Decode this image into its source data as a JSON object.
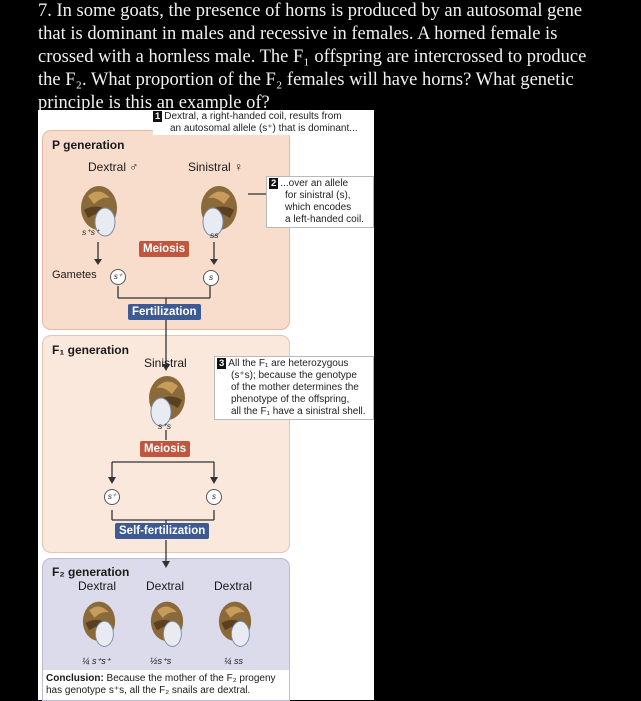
{
  "question": {
    "lines": [
      "7. In some goats, the presence of horns is produced by an autosomal gene",
      "that is dominant in males and recessive in females. A horned female is",
      "crossed with a hornless male. The F₁ offspring are intercrossed to produce",
      "the F₂. What proportion of the F₂ females will have horns? What genetic",
      "principle is this an example of?"
    ]
  },
  "figure": {
    "callout1": {
      "num": "1",
      "text1": "Dextral, a right-handed coil, results from",
      "text2": "an autosomal allele (s⁺) that is dominant..."
    },
    "callout2": {
      "num": "2",
      "text1": "...over an allele",
      "text2": "for sinistral (s),",
      "text3": "which encodes",
      "text4": "a left-handed coil."
    },
    "callout3": {
      "num": "3",
      "text1": "All the F₁ are heterozygous",
      "text2": "(s⁺s); because the genotype",
      "text3": "of the mother determines the",
      "text4": "phenotype of the offspring,",
      "text5": "all the F₁ have a sinistral shell."
    },
    "p_generation": {
      "title": "P generation",
      "left_label": "Dextral ♂",
      "right_label": "Sinistral ♀",
      "left_genotype": "s⁺s⁺",
      "right_genotype": "ss",
      "meiosis": "Meiosis",
      "gametes_label": "Gametes",
      "gamete_left": "s⁺",
      "gamete_right": "s",
      "fertilization": "Fertilization"
    },
    "f1_generation": {
      "title": "F₁ generation",
      "label": "Sinistral",
      "genotype": "s⁺s",
      "meiosis": "Meiosis",
      "gamete_left": "s⁺",
      "gamete_right": "s",
      "self_fertilization": "Self-fertilization"
    },
    "f2_generation": {
      "title": "F₂ generation",
      "labels": [
        "Dextral",
        "Dextral",
        "Dextral"
      ],
      "ratios": [
        "¼ s⁺s⁺",
        "½s⁺s",
        "¼ ss"
      ],
      "conclusion_bold": "Conclusion:",
      "conclusion_text1": " Because the mother of the F₂ progeny",
      "conclusion_text2": "has genotype s⁺s, all the F₂ snails are dextral."
    },
    "colors": {
      "meiosis": "#c0563e",
      "fertilization": "#3d5a93"
    }
  }
}
